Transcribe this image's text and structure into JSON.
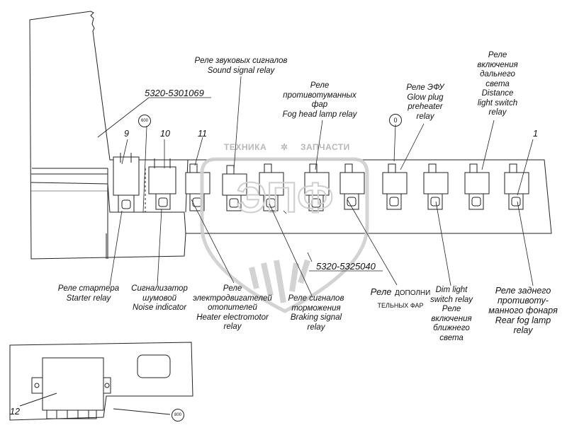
{
  "watermark": {
    "left": "ТЕХНИКА",
    "right": "ЗАПЧАСТИ",
    "logo": "ЭПФ"
  },
  "part_numbers": {
    "upper_panel": "5320-5301069",
    "lower_panel": "5320-5325040"
  },
  "circled_refs": {
    "ref_600": "600",
    "ref_0": "0",
    "ref_bottom": "800"
  },
  "numbers": {
    "n9": "9",
    "n10": "10",
    "n11": "11",
    "n1": "1",
    "n12": "12"
  },
  "labels": {
    "sound_signal_relay": "Реле звуковых сигналов\nSound signal relay",
    "fog_head_lamp_relay": "Реле\nпротивотуманных\nфар\nFog head lamp relay",
    "glow_plug_relay": "Реле ЭФУ\nGlow plug\npreheater\nrelay",
    "distance_light_relay": "Реле\nвключения\nдальнего\nсвета\nDistance\nlight switch\nrelay",
    "starter_relay": "Реле стартера\nStarter relay",
    "noise_indicator": "Сигнализатор\nшумовой\nNoise indicator",
    "heater_relay": "Реле\nэлектродвигателей\nотопителей\nHeater electromotor\nrelay",
    "braking_signal_relay": "Реле сигналов\nторможения\nBraking signal\nrelay",
    "aux_headlamp_relay_main": "Реле",
    "aux_headlamp_relay_rest": "ДОПОЛНИ",
    "aux_headlamp_relay_line2": "ТЕЛЬНЫХ ФАР",
    "dim_light_relay": "Dim light\nswitch relay\nРеле\nвключения\nближнего\nсвета",
    "rear_fog_relay": "Реле заднего\nпротивоту-\nманного фонаря\nRear fog lamp\nrelay"
  }
}
